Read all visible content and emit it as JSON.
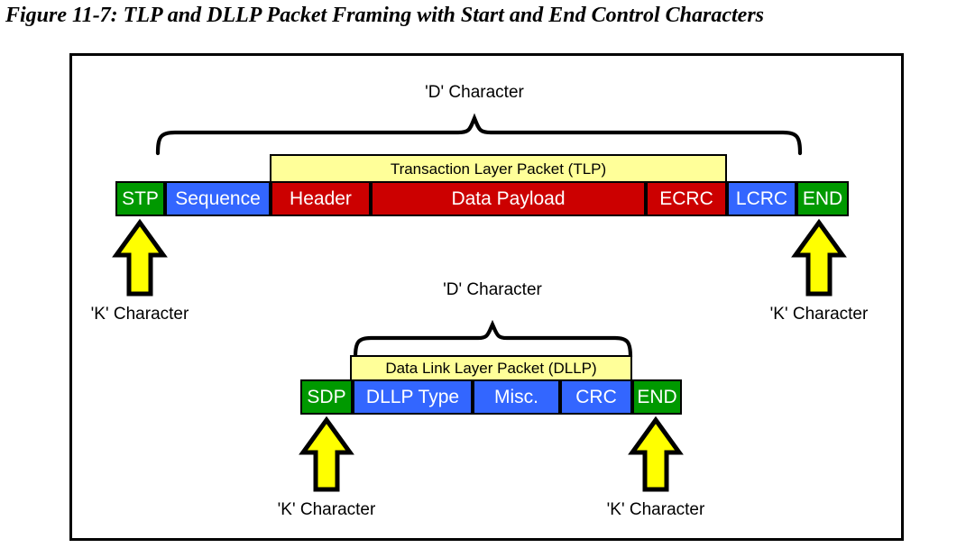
{
  "figure": {
    "caption": "Figure 11-7: TLP and DLLP Packet Framing with Start and End Control Characters"
  },
  "colors": {
    "control_character": "#009900",
    "link_layer": "#3366ff",
    "transaction_layer": "#cc0000",
    "annotation_bar": "#ffff99",
    "arrow_fill": "#ffff00",
    "outline": "#000000"
  },
  "tlp_row": {
    "d_character_label": "'D' Character",
    "bracket_label": "Transaction Layer Packet (TLP)",
    "segments": [
      {
        "label": "STP",
        "kind": "green"
      },
      {
        "label": "Sequence",
        "kind": "blue"
      },
      {
        "label": "Header",
        "kind": "red"
      },
      {
        "label": "Data Payload",
        "kind": "red"
      },
      {
        "label": "ECRC",
        "kind": "red"
      },
      {
        "label": "LCRC",
        "kind": "blue"
      },
      {
        "label": "END",
        "kind": "green"
      }
    ],
    "left_k_label": "'K' Character",
    "right_k_label": "'K' Character"
  },
  "dllp_row": {
    "d_character_label": "'D' Character",
    "bracket_label": "Data Link Layer Packet (DLLP)",
    "segments": [
      {
        "label": "SDP",
        "kind": "green"
      },
      {
        "label": "DLLP Type",
        "kind": "blue"
      },
      {
        "label": "Misc.",
        "kind": "blue"
      },
      {
        "label": "CRC",
        "kind": "blue"
      },
      {
        "label": "END",
        "kind": "green"
      }
    ],
    "left_k_label": "'K' Character",
    "right_k_label": "'K' Character"
  }
}
